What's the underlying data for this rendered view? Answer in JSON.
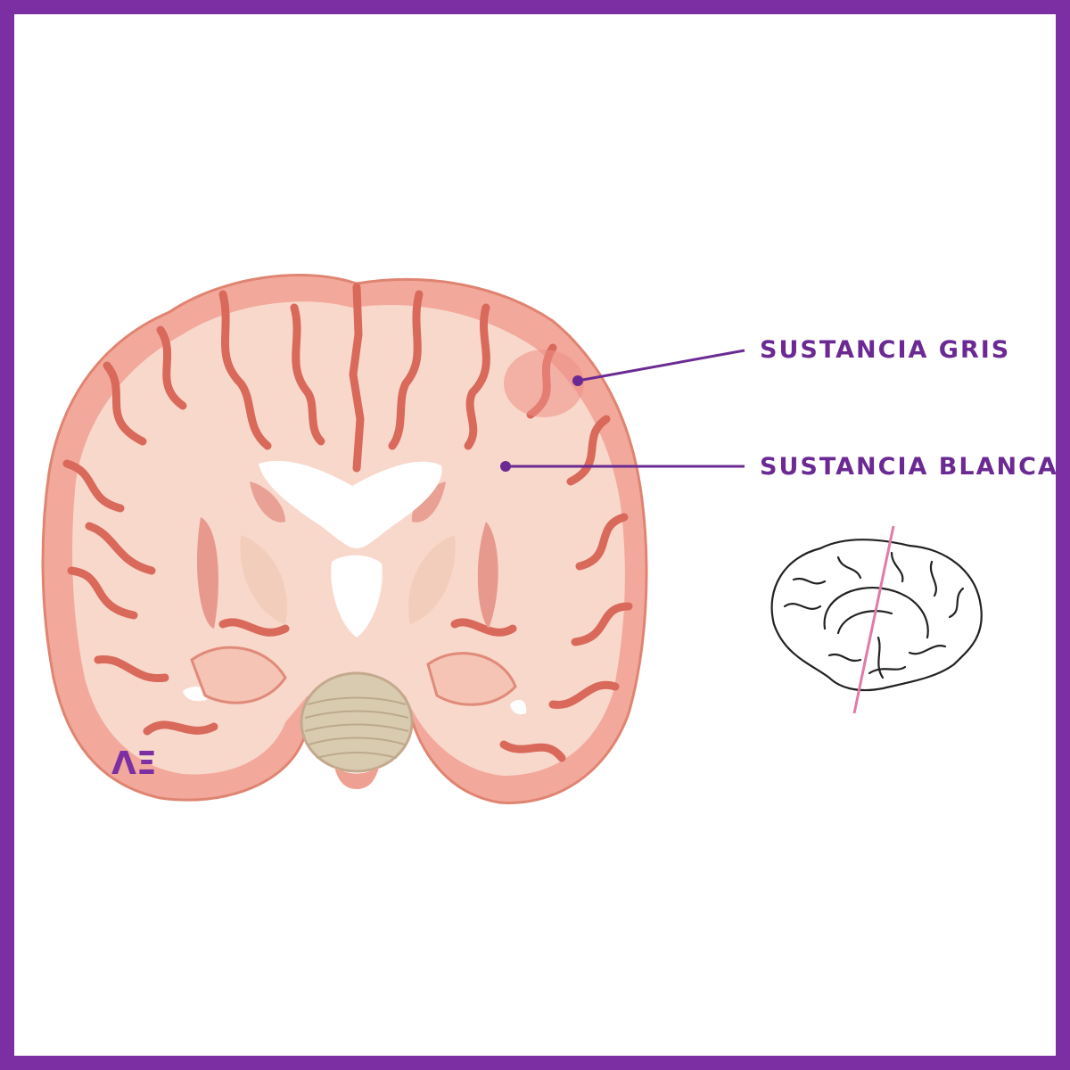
{
  "colors": {
    "frame": "#7b2fa3",
    "label": "#6b2a93",
    "gray_matter": "#f0a89b",
    "white_matter": "#f8d6c8",
    "sulci": "#d96a5c",
    "inset_cut_line": "#e27aa8"
  },
  "labels": {
    "gray_matter": "SUSTANCIA GRIS",
    "white_matter": "SUSTANCIA BLANCA"
  },
  "logo": {
    "text": "ΛΞ"
  },
  "inset": {
    "icon": "sagittal-brain-outline-icon"
  }
}
